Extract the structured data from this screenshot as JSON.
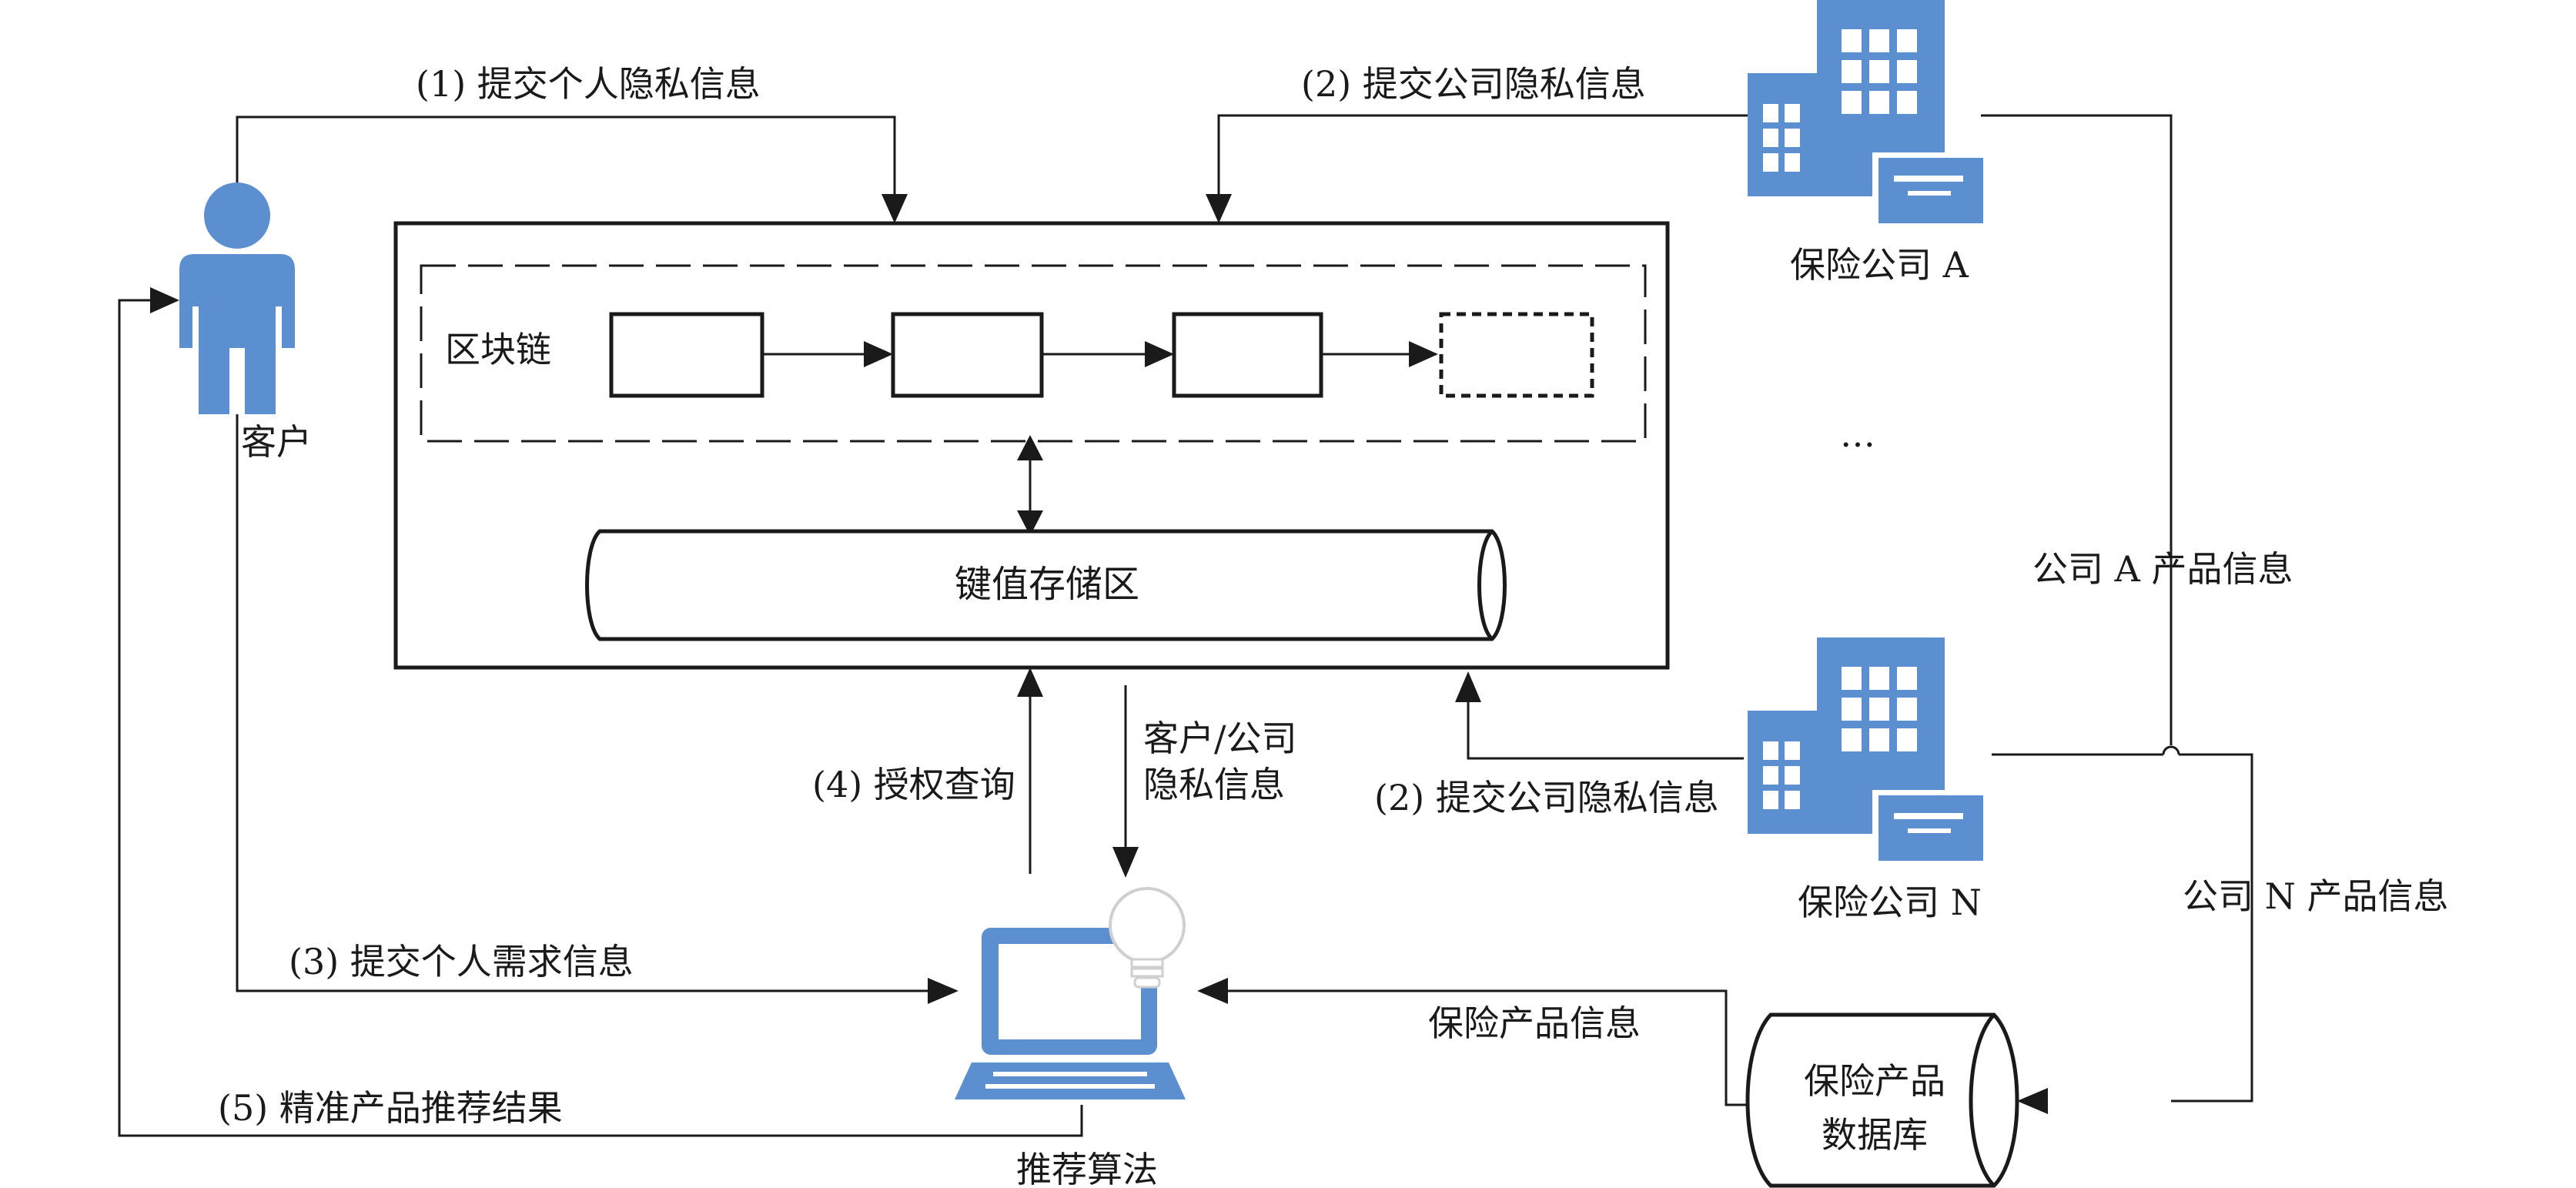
{
  "colors": {
    "icon_blue": "#5B8FD0",
    "line": "#1a1a1a",
    "background": "#ffffff"
  },
  "labels": {
    "customer": "客户",
    "company_a": "保险公司 A",
    "company_n": "保险公司 N",
    "ellipsis": "…",
    "blockchain": "区块链",
    "kv_store": "键值存储区",
    "algorithm": "推荐算法",
    "product_db_line1": "保险产品",
    "product_db_line2": "数据库"
  },
  "flows": {
    "step1": "(1) 提交个人隐私信息",
    "step2_top": "(2) 提交公司隐私信息",
    "step2_bottom": "(2) 提交公司隐私信息",
    "step3": "(3) 提交个人需求信息",
    "step4": "(4) 授权查询",
    "step5": "(5) 精准产品推荐结果",
    "private_info_line1": "客户/公司",
    "private_info_line2": "隐私信息",
    "product_info": "保险产品信息",
    "company_a_product": "公司 A 产品信息",
    "company_n_product": "公司 N 产品信息"
  },
  "icons": [
    "person-icon",
    "building-icon",
    "laptop-icon",
    "lightbulb-icon",
    "database-icon"
  ]
}
